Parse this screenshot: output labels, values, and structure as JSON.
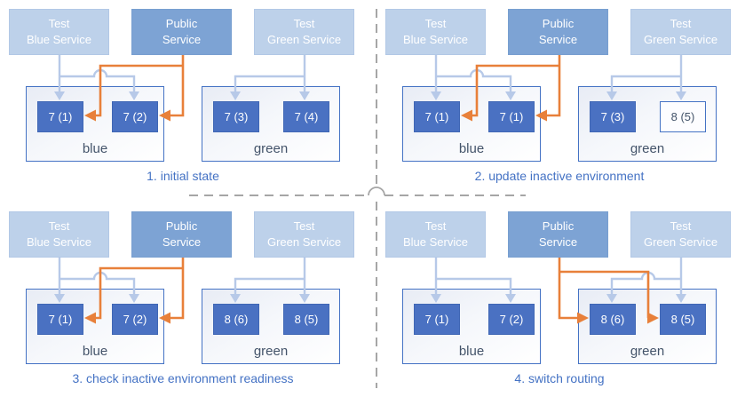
{
  "diagram": {
    "type": "blue-green-deployment-steps",
    "services": {
      "test_blue": {
        "line1": "Test",
        "line2": "Blue Service"
      },
      "public": {
        "line1": "Public",
        "line2": "Service"
      },
      "test_green": {
        "line1": "Test",
        "line2": "Green Service"
      }
    },
    "env_labels": {
      "blue": "blue",
      "green": "green"
    },
    "quadrants": [
      {
        "caption": "1. initial state",
        "public_route": "blue",
        "blue_instances": [
          {
            "label": "7 (1)",
            "state": "active"
          },
          {
            "label": "7 (2)",
            "state": "active"
          }
        ],
        "green_instances": [
          {
            "label": "7 (3)",
            "state": "active"
          },
          {
            "label": "7 (4)",
            "state": "active"
          }
        ]
      },
      {
        "caption": "2. update inactive environment",
        "public_route": "blue",
        "blue_instances": [
          {
            "label": "7 (1)",
            "state": "active"
          },
          {
            "label": "7 (1)",
            "state": "active"
          }
        ],
        "green_instances": [
          {
            "label": "7 (3)",
            "state": "active"
          },
          {
            "label": "8 (5)",
            "state": "updated"
          }
        ]
      },
      {
        "caption": "3. check inactive environment readiness",
        "public_route": "blue",
        "blue_instances": [
          {
            "label": "7 (1)",
            "state": "active"
          },
          {
            "label": "7 (2)",
            "state": "active"
          }
        ],
        "green_instances": [
          {
            "label": "8 (6)",
            "state": "active"
          },
          {
            "label": "8 (5)",
            "state": "active"
          }
        ]
      },
      {
        "caption": "4. switch routing",
        "public_route": "green",
        "blue_instances": [
          {
            "label": "7 (1)",
            "state": "active"
          },
          {
            "label": "7 (2)",
            "state": "active"
          }
        ],
        "green_instances": [
          {
            "label": "8 (6)",
            "state": "active"
          },
          {
            "label": "8 (5)",
            "state": "active"
          }
        ]
      }
    ],
    "colors": {
      "accent_blue": "#4472C4",
      "light_service_fill": "#BDD1EA",
      "public_service_fill": "#7DA3D4",
      "instance_fill": "#4A71C2",
      "public_route_orange": "#E8803A",
      "test_route_blue": "#B7C9E8",
      "env_label_text": "#44546A",
      "caption_text": "#4472C4",
      "divider_gray": "#A6A6A6"
    }
  }
}
